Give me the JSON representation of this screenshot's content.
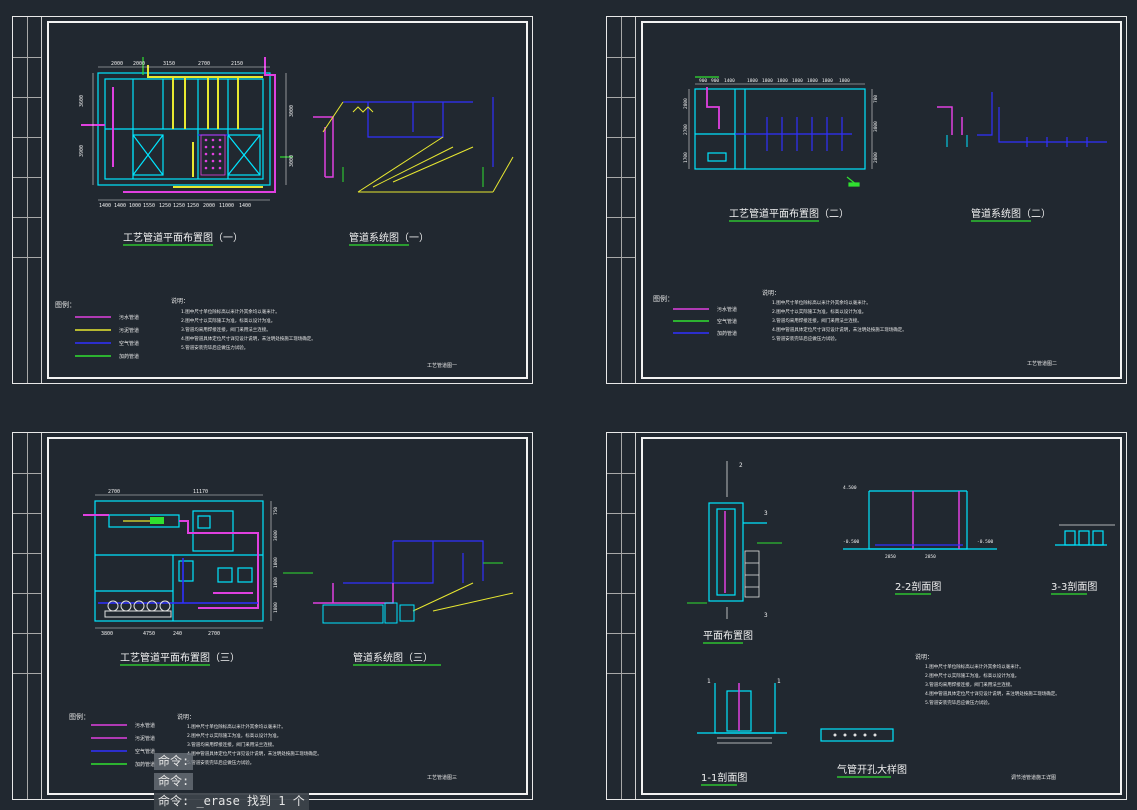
{
  "sheets": [
    {
      "plan_title": "工艺管道平面布置图（一）",
      "system_title": "管道系统图（一）",
      "legend_title": "图例：",
      "legend_items": [
        {
          "label": "污水管道",
          "color": "#e040e0"
        },
        {
          "label": "污泥管道",
          "color": "#e8e830"
        },
        {
          "label": "空气管道",
          "color": "#3030ff"
        },
        {
          "label": "加药管道",
          "color": "#30e030"
        }
      ],
      "notes_title": "说明：",
      "notes": [
        "1.图中尺寸单位除标高以米计外其余均以毫米计。",
        "2.图中尺寸以实际施工为准，标高以设计为准。",
        "3.管道均采用焊接连接，阀门采用法兰连接。",
        "4.图中管道具体定位尺寸详见设计说明，未注明处按施工现场确定。",
        "5.管道安装完毕后应做压力试验。"
      ],
      "sheet_name": "工艺管道图一",
      "plan_dims_top": [
        "2000",
        "2000",
        "3150",
        "2700",
        "2150"
      ],
      "plan_dims_bottom": [
        "1400",
        "1400",
        "1000",
        "1550",
        "1250",
        "1250",
        "1250",
        "2000",
        "11000",
        "1400"
      ],
      "plan_dims_left": [
        "3600",
        "3900"
      ],
      "plan_dims_right": [
        "3000",
        "3000"
      ]
    },
    {
      "plan_title": "工艺管道平面布置图（二）",
      "system_title": "管道系统图（二）",
      "legend_title": "图例：",
      "legend_items": [
        {
          "label": "污水管道",
          "color": "#e040e0"
        },
        {
          "label": "空气管道",
          "color": "#30e030"
        },
        {
          "label": "加药管道",
          "color": "#3030ff"
        }
      ],
      "notes_title": "说明：",
      "notes": [
        "1.图中尺寸单位除标高以米计外其余均以毫米计。",
        "2.图中尺寸以实际施工为准，标高以设计为准。",
        "3.管道均采用焊接连接，阀门采用法兰连接。",
        "4.图中管道具体定位尺寸详见设计说明，未注明处按施工现场确定。",
        "5.管道安装完毕后应做压力试验。"
      ],
      "sheet_name": "工艺管道图二",
      "plan_dims_top": [
        "900",
        "900",
        "1400",
        "1800",
        "1800",
        "1800",
        "1800",
        "1800",
        "1800",
        "1800"
      ],
      "plan_dims_left": [
        "2800",
        "2700",
        "1700"
      ],
      "plan_dims_right": [
        "700",
        "3800",
        "2800"
      ]
    },
    {
      "plan_title": "工艺管道平面布置图（三）",
      "system_title": "管道系统图（三）",
      "legend_title": "图例：",
      "legend_items": [
        {
          "label": "污水管道",
          "color": "#e040e0"
        },
        {
          "label": "污泥管道",
          "color": "#e040e0"
        },
        {
          "label": "空气管道",
          "color": "#3030ff"
        },
        {
          "label": "加药管道",
          "color": "#30e030"
        }
      ],
      "notes_title": "说明：",
      "notes": [
        "1.图中尺寸单位除标高以米计外其余均以毫米计。",
        "2.图中尺寸以实际施工为准，标高以设计为准。",
        "3.管道均采用焊接连接，阀门采用法兰连接。",
        "4.图中管道具体定位尺寸详见设计说明，未注明处按施工现场确定。",
        "5.管道安装完毕后应做压力试验。"
      ],
      "sheet_name": "工艺管道图三",
      "plan_dims_top": [
        "2700",
        "11170"
      ],
      "plan_dims_bottom": [
        "3800",
        "4750",
        "240",
        "2700"
      ],
      "plan_dims_right": [
        "750",
        "3600",
        "1000",
        "1000",
        "1800"
      ]
    },
    {
      "plan_title": "平面布置图",
      "section_22": "2-2剖面图",
      "section_33": "3-3剖面图",
      "section_11": "1-1剖面图",
      "hole_detail": "气管开孔大样图",
      "notes_title": "说明：",
      "notes": [
        "1.图中尺寸单位除标高以米计外其余均以毫米计。",
        "2.图中尺寸以实际施工为准，标高以设计为准。",
        "3.管道均采用焊接连接，阀门采用法兰连接。",
        "4.图中管道具体定位尺寸详见设计说明，未注明处按施工现场确定。",
        "5.管道安装完毕后应做压力试验。"
      ],
      "sheet_name": "调节池管道施工详图",
      "section_marks": [
        "2",
        "3",
        "3",
        "1",
        "1"
      ],
      "dims_22": [
        "2850",
        "2850"
      ],
      "elev_22": [
        "4.500",
        "-0.500",
        "-0.500"
      ]
    }
  ],
  "command_line": {
    "history": [
      "命令:",
      "命令:"
    ],
    "current": "命令: _erase 找到 1 个"
  },
  "colors": {
    "background": "#212830",
    "frame": "#f2f2f2",
    "wall": "#00e5ff",
    "sewage": "#e040e0",
    "sludge": "#e8e830",
    "air": "#3030ff",
    "dosing": "#30e030",
    "title_underline": "#30e030"
  }
}
